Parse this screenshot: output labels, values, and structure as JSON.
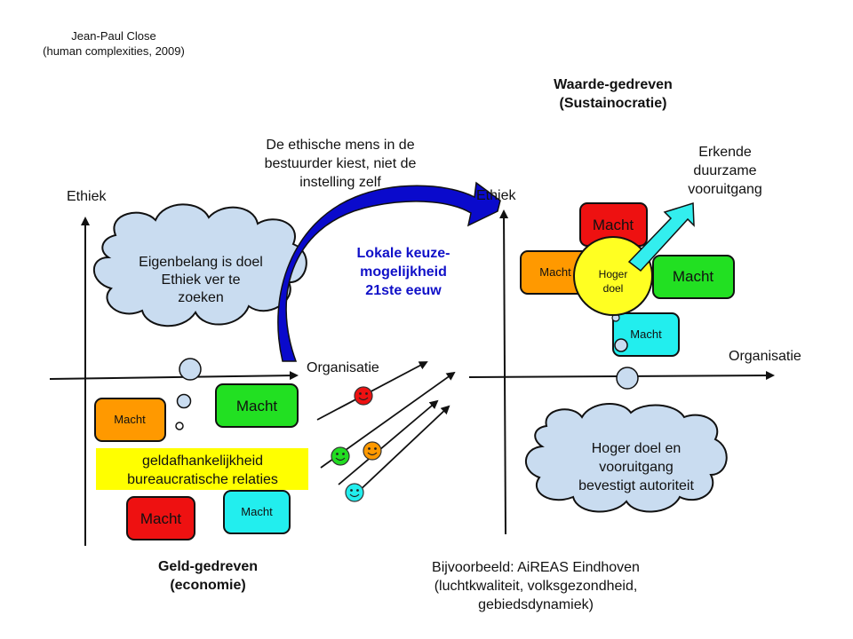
{
  "credit": {
    "author": "Jean-Paul Close",
    "source": "(human complexities, 2009)"
  },
  "left_quadrant": {
    "y_axis_label": "Ethiek",
    "x_axis_label": "Organisatie",
    "cloud_lines": [
      "Eigenbelang is doel",
      "Ethiek ver te",
      "zoeken"
    ],
    "boxes": [
      {
        "label": "Macht",
        "color": "#ff9900"
      },
      {
        "label": "Macht",
        "color": "#22e022"
      },
      {
        "label": "Macht",
        "color": "#ee1111"
      },
      {
        "label": "Macht",
        "color": "#22eeee"
      }
    ],
    "banner_lines": [
      "geldafhankelijkheid",
      "bureaucratische relaties"
    ],
    "banner_color": "#ffff00",
    "title_lines": [
      "Geld-gedreven",
      "(economie)"
    ]
  },
  "transition": {
    "caption_lines": [
      "De ethische mens in de",
      "bestuurder kiest, niet de",
      "instelling zelf"
    ],
    "highlight_lines": [
      "Lokale keuze-",
      "mogelijkheid",
      "21ste eeuw"
    ],
    "arrow_color": "#0a0acc",
    "smileys": [
      {
        "color": "#ee1111",
        "name": "red"
      },
      {
        "color": "#22dd22",
        "name": "green"
      },
      {
        "color": "#ff9900",
        "name": "orange"
      },
      {
        "color": "#22eeee",
        "name": "cyan"
      }
    ],
    "example_lines": [
      "Bijvoorbeeld: AiREAS Eindhoven",
      "(luchtkwaliteit, volksgezondheid,",
      "gebiedsdynamiek)"
    ]
  },
  "right_quadrant": {
    "title_lines": [
      "Waarde-gedreven",
      "(Sustainocratie)"
    ],
    "y_axis_label": "Ethiek",
    "x_axis_label": "Organisatie",
    "center_lines": [
      "Hoger",
      "doel"
    ],
    "center_color": "#ffff22",
    "boxes": [
      {
        "label": "Macht",
        "color": "#ee1111"
      },
      {
        "label": "Macht",
        "color": "#ff9900"
      },
      {
        "label": "Macht",
        "color": "#22e022"
      },
      {
        "label": "Macht",
        "color": "#22eeee"
      }
    ],
    "progress_lines": [
      "Erkende",
      "duurzame",
      "vooruitgang"
    ],
    "progress_arrow_color": "#33eeee",
    "cloud_lines": [
      "Hoger doel en",
      "vooruitgang",
      "bevestigt autoriteit"
    ]
  },
  "colors": {
    "cloud_fill": "#c9dcf0",
    "bubble_fill": "#c9dcf0"
  }
}
